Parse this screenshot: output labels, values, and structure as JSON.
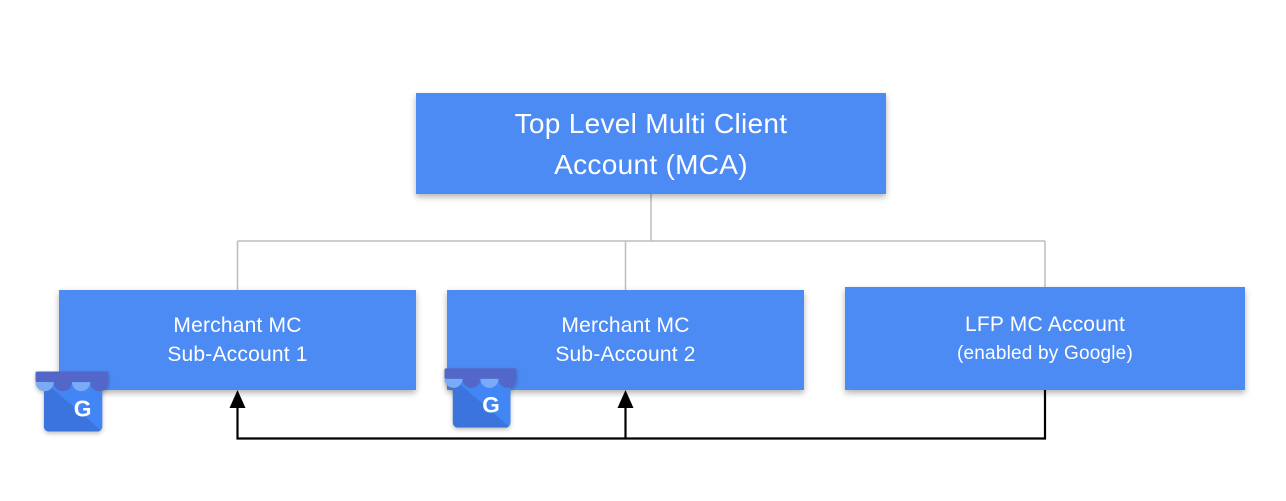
{
  "diagram": {
    "root": {
      "line1": "Top Level Multi Client",
      "line2": "Account (MCA)"
    },
    "children": [
      {
        "line1": "Merchant MC",
        "line2": "Sub-Account 1",
        "icon": "google-business-icon"
      },
      {
        "line1": "Merchant MC",
        "line2": "Sub-Account 2",
        "icon": "google-business-icon"
      },
      {
        "line1": "LFP MC Account",
        "line2": "(enabled by Google)",
        "icon": null
      }
    ],
    "icon": {
      "name": "google-business-icon",
      "letter": "G"
    },
    "colors": {
      "node_fill": "#4d8bf4",
      "node_text": "#ffffff",
      "tree_line": "#bdbdbd",
      "feedback_line": "#000000",
      "icon_awning_dark": "#5367c8",
      "icon_awning_light": "#7baaf7",
      "icon_body": "#4285f4",
      "icon_fold": "#3b74dd",
      "icon_letter": "#ffffff"
    }
  }
}
